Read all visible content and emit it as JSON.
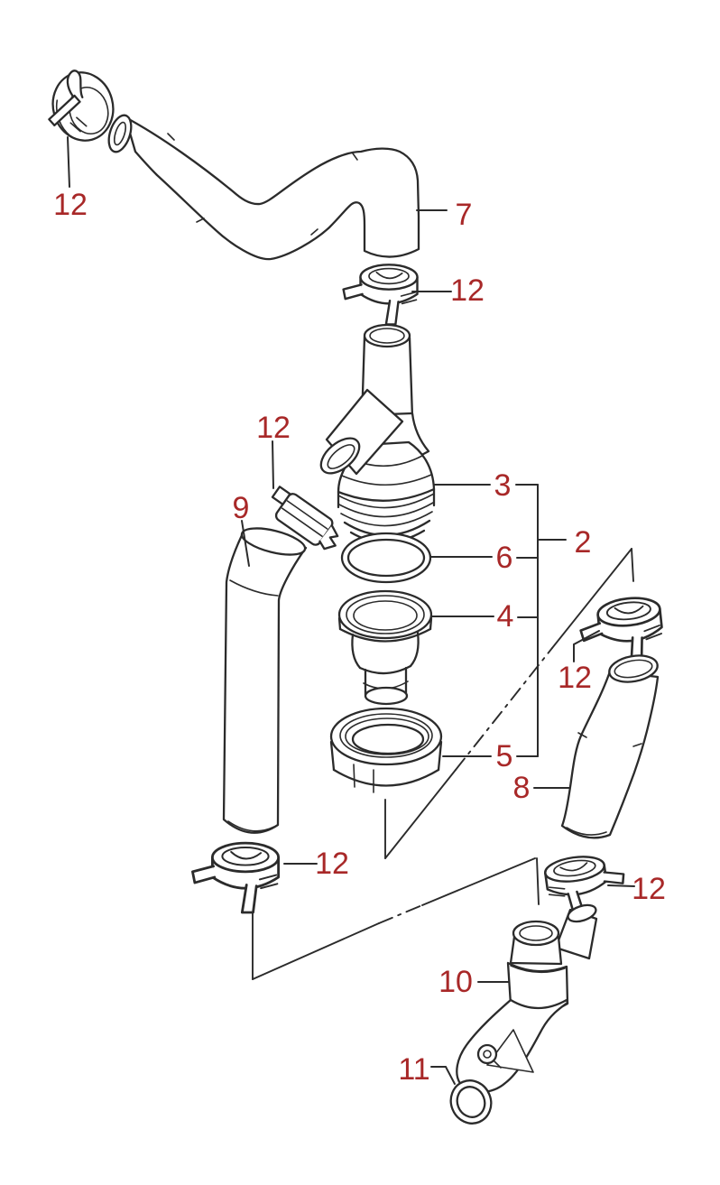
{
  "diagram": {
    "background_color": "#ffffff",
    "outline_color": "#2b2b2b",
    "label_color": "#a82828",
    "callouts": [
      {
        "id": "callout-12-top-left-clamp",
        "label": "12"
      },
      {
        "id": "callout-7-upper-hose",
        "label": "7"
      },
      {
        "id": "callout-12-top-middle-clamp",
        "label": "12"
      },
      {
        "id": "callout-12-left-middle-clamp",
        "label": "12"
      },
      {
        "id": "callout-9-left-hose",
        "label": "9"
      },
      {
        "id": "callout-3-thermostat-cap",
        "label": "3"
      },
      {
        "id": "callout-2-assembly-bracket",
        "label": "2"
      },
      {
        "id": "callout-6-o-ring",
        "label": "6"
      },
      {
        "id": "callout-4-thermostat",
        "label": "4"
      },
      {
        "id": "callout-12-right-clamp",
        "label": "12"
      },
      {
        "id": "callout-5-lock-ring",
        "label": "5"
      },
      {
        "id": "callout-8-right-hose",
        "label": "8"
      },
      {
        "id": "callout-12-bottom-left-clamp",
        "label": "12"
      },
      {
        "id": "callout-12-bottom-right-clamp",
        "label": "12"
      },
      {
        "id": "callout-10-water-union",
        "label": "10"
      },
      {
        "id": "callout-11-o-ring",
        "label": "11"
      }
    ]
  }
}
